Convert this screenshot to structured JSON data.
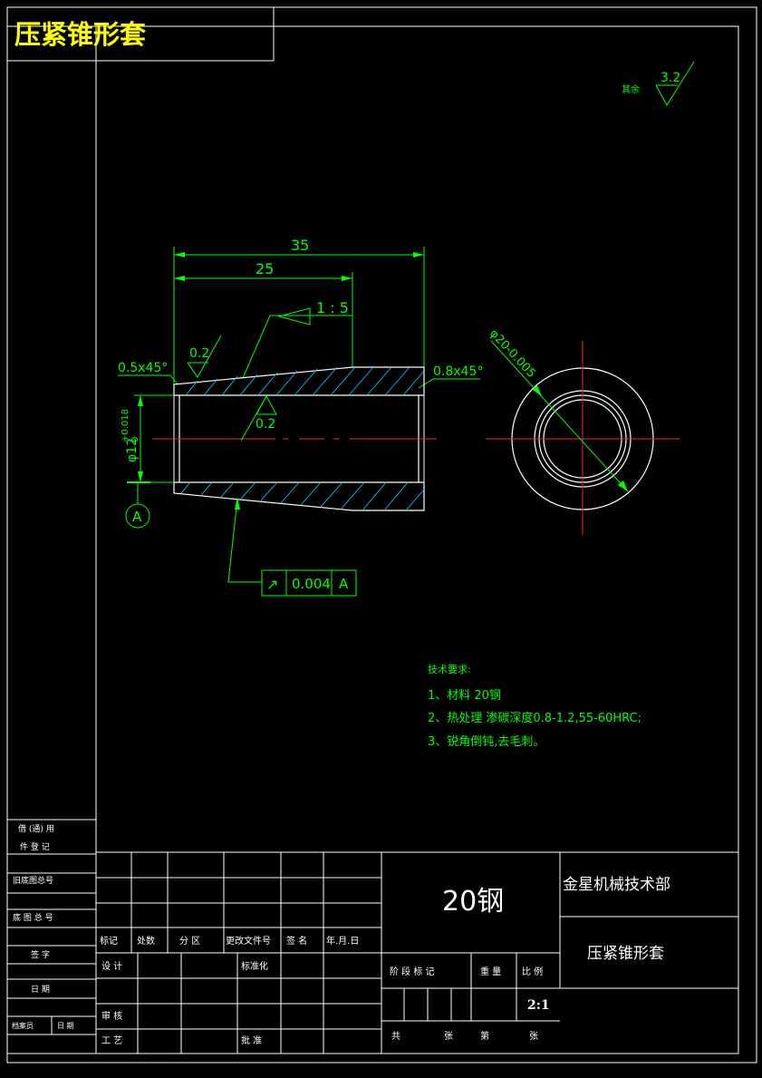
{
  "drawing_title": "压紧锥形套",
  "surface_finish": {
    "label": "其余",
    "value": "3.2"
  },
  "dimensions": {
    "overall_length": "35",
    "taper_length": "25",
    "taper_ratio": "1 : 5",
    "chamfer_left": "0.5x45°",
    "chamfer_right": "0.8x45°",
    "roughness_outer": "0.2",
    "roughness_inner": "0.2",
    "bore_diameter": "φ12",
    "bore_tolerance": "+0.018",
    "bore_tolerance_lower": "0",
    "outer_diameter": "φ20-0.005",
    "datum": "A"
  },
  "runout_frame": {
    "symbol": "↗",
    "value": "0.004",
    "datum": "A"
  },
  "tech_requirements": {
    "heading": "技术要求:",
    "items": [
      "1、材料 20钢",
      "2、热处理 渗碳深度0.8-1.2,55-60HRC;",
      "3、锐角倒钝,去毛刺。"
    ]
  },
  "side_block": {
    "rows": [
      [
        "借 (通) 用",
        "件 登 记"
      ],
      [
        "旧底图总号"
      ],
      [
        "底 图 总 号"
      ],
      [
        "签 字"
      ],
      [
        "日 期"
      ],
      [
        "档案员",
        "日 期"
      ]
    ]
  },
  "title_block": {
    "material": "20钢",
    "company": "金星机械技术部",
    "part_name": "压紧锥形套",
    "scale": "2:1",
    "labels": {
      "mark": "标记",
      "count": "处数",
      "zone": "分 区",
      "change_doc": "更改文件号",
      "sign": "签 名",
      "date": "年.月.日",
      "design": "设 计",
      "standard": "标准化",
      "review": "审 核",
      "process": "工 艺",
      "approve": "批 准",
      "stage_mark": "阶 段 标 记",
      "weight": "重 量",
      "ratio": "比 例",
      "total": "共",
      "sheet": "张",
      "number": "第",
      "sheet2": "张"
    }
  }
}
